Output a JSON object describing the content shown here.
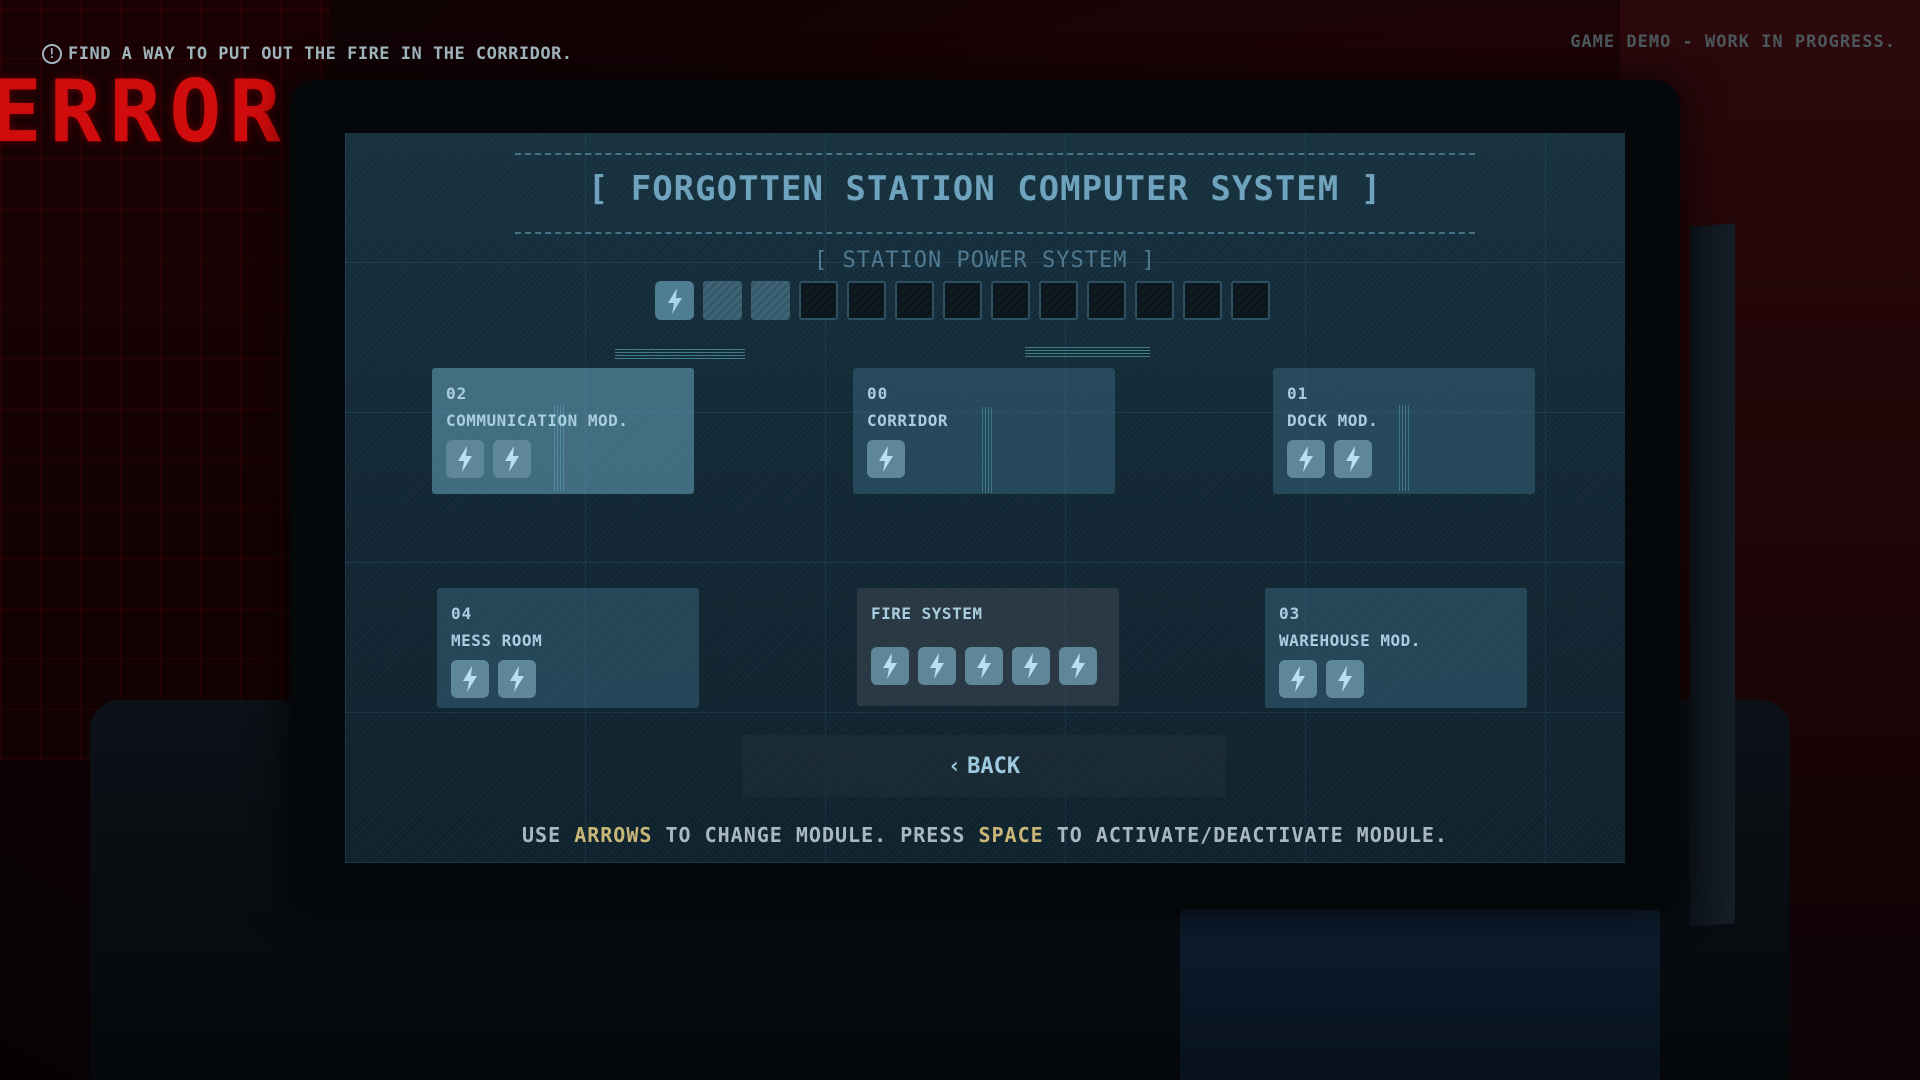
{
  "hud": {
    "objective_icon": "info-circle-icon",
    "objective": "FIND A WAY TO PUT OUT THE FIRE IN THE CORRIDOR.",
    "demo_notice": "GAME DEMO - WORK IN PROGRESS."
  },
  "background": {
    "wall_text": "ERROR",
    "wall_color": "#d10c0c"
  },
  "screen": {
    "title": "[ FORGOTTEN STATION COMPUTER SYSTEM ]",
    "power": {
      "label": "[ STATION POWER SYSTEM ]",
      "total_cells": 13,
      "cells": [
        "active",
        "used",
        "used",
        "empty",
        "empty",
        "empty",
        "empty",
        "empty",
        "empty",
        "empty",
        "empty",
        "empty",
        "empty"
      ]
    },
    "modules": {
      "communication": {
        "id": "02",
        "name": "COMMUNICATION MOD.",
        "slots": 2,
        "selected": true
      },
      "corridor": {
        "id": "00",
        "name": "CORRIDOR",
        "slots": 1,
        "selected": false
      },
      "dock": {
        "id": "01",
        "name": "DOCK MOD.",
        "slots": 2,
        "selected": false
      },
      "mess": {
        "id": "04",
        "name": "MESS ROOM",
        "slots": 2,
        "selected": false
      },
      "fire": {
        "id": "",
        "name": "FIRE SYSTEM",
        "slots": 5,
        "selected": false
      },
      "warehouse": {
        "id": "03",
        "name": "WAREHOUSE MOD.",
        "slots": 2,
        "selected": false
      }
    },
    "back_button": {
      "icon": "chevron-left-icon",
      "label": "BACK"
    },
    "help": {
      "part1": "USE ",
      "key1": "ARROWS",
      "part2": " TO CHANGE MODULE. PRESS ",
      "key2": "SPACE",
      "part3": " TO ACTIVATE/DEACTIVATE MODULE."
    },
    "colors": {
      "text": "#a9cee0",
      "title": "#6ea2bd",
      "key_highlight": "#c9b679",
      "slot": "#5e8799"
    }
  }
}
